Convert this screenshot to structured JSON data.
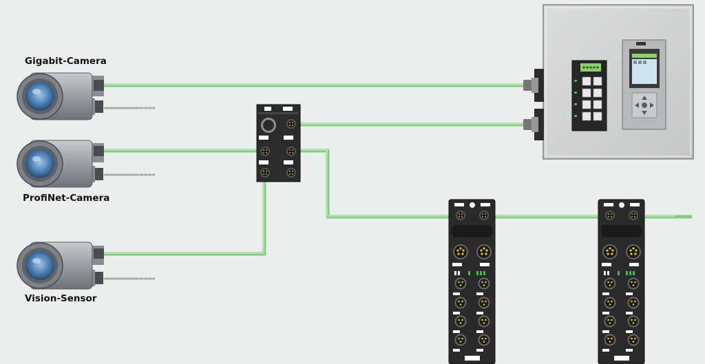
{
  "labels": {
    "gigabit_camera": "Gigabit-Camera",
    "profinet_camera": "ProfiNet-Camera",
    "vision_sensor": "Vision-Sensor"
  },
  "colors": {
    "background": "#eceded",
    "cable": "#7fcf7f",
    "cable_highlight": "#b8e8b8",
    "device_dark": "#2b2b2b",
    "cabinet": "#d2d3d3",
    "camera_body": "#a8aaad",
    "lens": "#3d6fa3",
    "led_yellow": "#f3c718",
    "led_green": "#36c24a"
  },
  "icons": [
    "camera-icon",
    "switch-icon",
    "plc-icon",
    "io-module-icon",
    "connector-icon"
  ]
}
